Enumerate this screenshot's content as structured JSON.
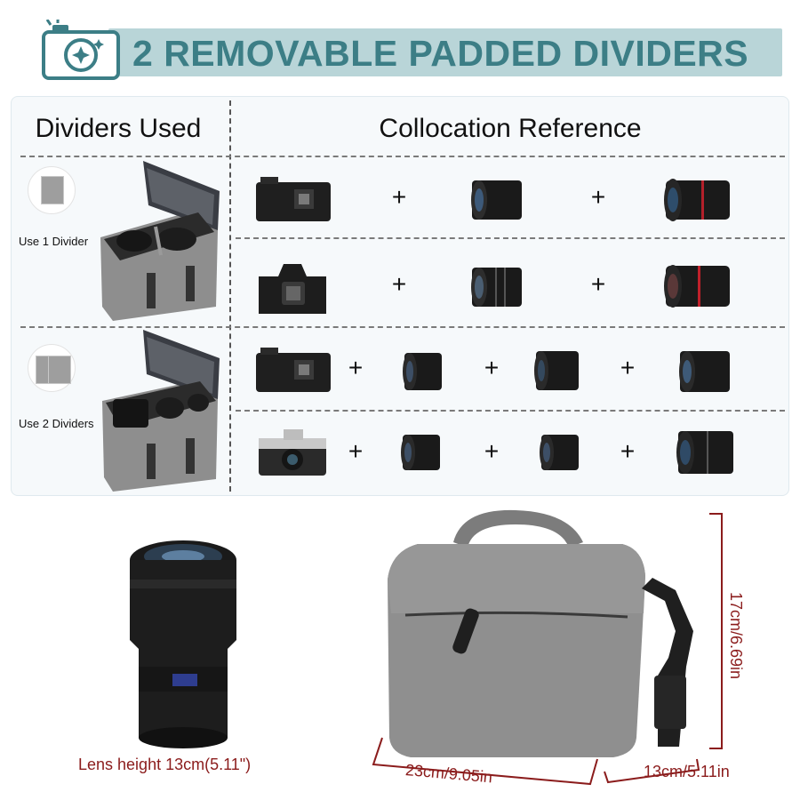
{
  "banner": {
    "title": "2 REMOVABLE PADDED DIVIDERS"
  },
  "table": {
    "header_left": "Dividers Used",
    "header_right": "Collocation Reference",
    "groups": [
      {
        "label": "Use 1 Divider"
      },
      {
        "label": "Use 2 Dividers"
      }
    ],
    "plus_symbol": "+"
  },
  "dimensions": {
    "lens_height": "Lens height 13cm(5.11\")",
    "bag_width": "23cm/9.05in",
    "bag_depth": "13cm/5.11in",
    "bag_height": "17cm/6.69in"
  },
  "colors": {
    "banner_bg": "#b9d5d8",
    "banner_text": "#3c7e86",
    "dimension_red": "#8b1c1c",
    "bag_grey": "#8f8f8f"
  }
}
